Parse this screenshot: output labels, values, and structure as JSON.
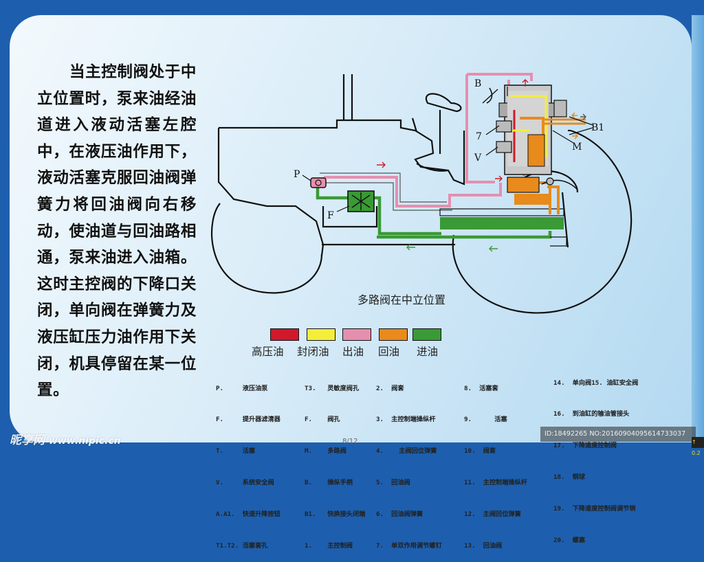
{
  "paragraph": "当主控制阀处于中立位置时，泵来油经油道进入液动活塞左腔中，在液压油作用下，液动活塞克服回油阀弹簧力将回油阀向右移动，使油道与回油路相通，泵来油进入油箱。这时主控阀的下降口关闭，单向阀在弹簧力及液压缸压力油作用下关闭，机具停留在某一位置。",
  "diagram": {
    "caption": "多路阀在中立位置",
    "labels": {
      "P": "P",
      "F": "F",
      "B": "B",
      "n7": "7",
      "V": "V",
      "M": "M",
      "B1": "B1"
    }
  },
  "legend": [
    {
      "label": "高压油",
      "color": "#d0192b"
    },
    {
      "label": "封闭油",
      "color": "#f4ee3a"
    },
    {
      "label": "出油",
      "color": "#e58fae"
    },
    {
      "label": "回油",
      "color": "#e88a1c"
    },
    {
      "label": "进油",
      "color": "#3a9a35"
    }
  ],
  "key_columns": [
    [
      "P.     液压油泵",
      "F.     提升器滤清器",
      "T.     活塞",
      "V.     系统安全阀",
      "A.A1.  快速升降按钮",
      "T1.T2. 活塞套孔"
    ],
    [
      "T3.   灵敏度阀孔",
      "F.    阀孔",
      "M.    多路阀",
      "B.    操纵手柄",
      "B1.   快换接头闭端",
      "1.    主控制阀"
    ],
    [
      "2.  阀套",
      "3.  主控制端操纵杆",
      "4.    主阀回位弹簧",
      "5.  回油阀",
      "6.  回油阀弹簧",
      "7.  单双作用调节螺钉"
    ],
    [
      "8.  活塞套",
      "9.      活塞",
      "10.  阀套",
      "11.  主控制端操纵杆",
      "12.  主阀回位弹簧",
      "13.  回油阀"
    ],
    [
      "14.  单向阀15. 油缸安全阀",
      "16.  到油缸的输油管接头",
      "17.  下降速度控制阀",
      "18.  钢球",
      "19.  下降速度控制阀调节销",
      "20.  螺塞"
    ]
  ],
  "page_number": "8/12",
  "watermark": {
    "brand": "昵享网",
    "url": "www.nipic.cn"
  },
  "image_id": "ID:18492265 NO:20160904095614733037",
  "corner_tag": "↑ 0.2"
}
